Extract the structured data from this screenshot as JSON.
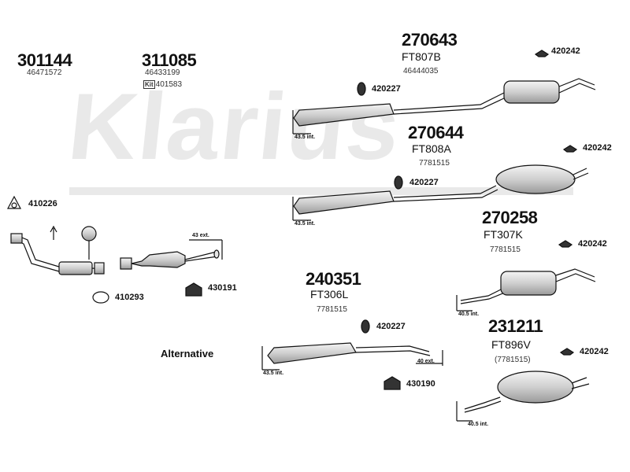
{
  "watermark": "Klarius",
  "label_alternative": "Alternative",
  "parts": {
    "p301144": {
      "number": "301144",
      "oem": "46471572"
    },
    "p311085": {
      "number": "311085",
      "oem": "46433199",
      "kit_tag": "Kit",
      "kit_number": "401583"
    },
    "p270643": {
      "number": "270643",
      "code": "FT807B",
      "oem": "46444035"
    },
    "p270644": {
      "number": "270644",
      "code": "FT808A",
      "oem": "7781515"
    },
    "p270258": {
      "number": "270258",
      "code": "FT307K",
      "oem": "7781515"
    },
    "p240351": {
      "number": "240351",
      "code": "FT306L",
      "oem": "7781515"
    },
    "p231211": {
      "number": "231211",
      "code": "FT896V",
      "oem": "(7781515)"
    }
  },
  "refs": {
    "r420242_a": "420242",
    "r420242_b": "420242",
    "r420242_c": "420242",
    "r420242_d": "420242",
    "r420227_a": "420227",
    "r420227_b": "420227",
    "r420227_c": "420227",
    "r410226": "410226",
    "r410293": "410293",
    "r430191": "430191",
    "r430190": "430190"
  },
  "dims": {
    "d43ext": "43 ext.",
    "d435_a": "43.5 int.",
    "d435_b": "43.5 int.",
    "d435_c": "43.5 int.",
    "d405_a": "40.5 int.",
    "d405_b": "40.5 int.",
    "d40ext": "40 ext."
  },
  "colors": {
    "ink": "#111111",
    "part_fill": "#d8d8d8",
    "watermark": "#e9e9e9"
  }
}
